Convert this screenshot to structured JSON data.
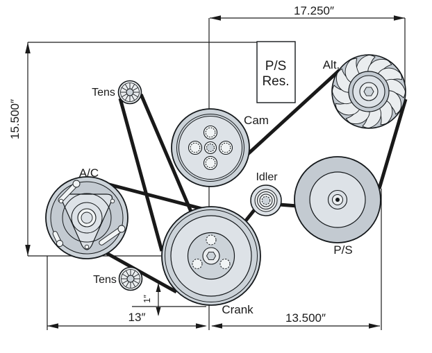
{
  "pulleys": {
    "tens_top": "Tens",
    "cam": "Cam",
    "alt": "Alt.",
    "ac": "A/C",
    "idler": "Idler",
    "ps": "P/S",
    "crank": "Crank",
    "tens_bottom": "Tens"
  },
  "reservoir": {
    "line1": "P/S",
    "line2": "Res."
  },
  "dimensions": {
    "top_width": "17.250″",
    "left_height": "15.500″",
    "bottom_left": "13″",
    "bottom_right": "13.500″",
    "belt_drop": "1″"
  },
  "colors": {
    "line": "#1a1a1a",
    "belt": "#191919",
    "pulley_mid": "#ccd3d9",
    "pulley_light": "#dde2e7",
    "pulley_lighter": "#eaedef",
    "bg": "#ffffff"
  }
}
